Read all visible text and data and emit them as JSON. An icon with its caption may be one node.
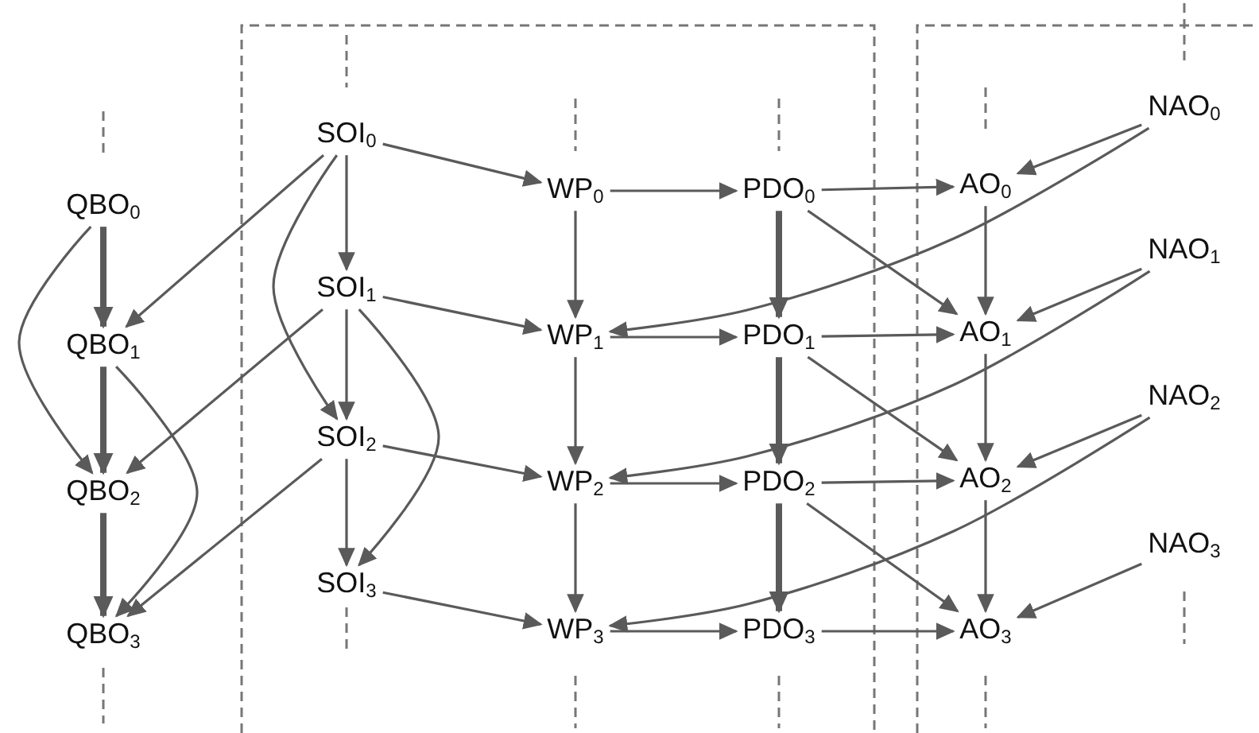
{
  "diagram": {
    "nodes": [
      {
        "text": [
          "QBO$_{0}$"
        ]
      },
      {
        "text": [
          "QBO$_{1}$"
        ]
      },
      {
        "text": [
          "QBO$_{2}$"
        ]
      },
      {
        "text": [
          "QBO$_{3}$"
        ]
      },
      {
        "text": [
          "SOI$_{0}$"
        ]
      },
      {
        "text": [
          "SOI$_{1}$"
        ]
      },
      {
        "text": [
          "SOI$_{2}$"
        ]
      },
      {
        "text": [
          "SOI$_{3}$"
        ]
      },
      {
        "text": [
          "WP$_{0}$"
        ]
      },
      {
        "text": [
          "WP$_{1}$"
        ]
      },
      {
        "text": [
          "WP$_{2}$"
        ]
      },
      {
        "text": [
          "WP$_{3}$"
        ]
      },
      {
        "text": [
          "PDO$_{0}$"
        ]
      },
      {
        "text": [
          "PDO$_{1}$"
        ]
      },
      {
        "text": [
          "PDO$_{2}$"
        ]
      },
      {
        "text": [
          "PDO$_{3}$"
        ]
      },
      {
        "text": [
          "AO$_{0}$"
        ]
      },
      {
        "text": [
          "AO$_{1}$"
        ]
      },
      {
        "text": [
          "AO$_{2}$"
        ]
      },
      {
        "text": [
          "AO$_{3}$"
        ]
      },
      {
        "text": [
          "NAO$_{0}$"
        ]
      },
      {
        "text": [
          "NAO$_{1}$"
        ]
      },
      {
        "text": [
          "NAO$_{2}$"
        ]
      },
      {
        "text": [
          "NAO$_{3}$"
        ]
      }
    ],
    "edges": [
      {
        "from": 0,
        "to": 1,
        "arrow": "to",
        "style": "thick"
      },
      {
        "from": 1,
        "to": 2,
        "arrow": "to",
        "style": "thick"
      },
      {
        "from": 2,
        "to": 3,
        "arrow": "to",
        "style": "thick"
      },
      {
        "from": 0,
        "to": 2,
        "arrow": "to"
      },
      {
        "from": 1,
        "to": 3,
        "arrow": "to"
      },
      {
        "from": 4,
        "to": 1,
        "arrow": "to"
      },
      {
        "from": 5,
        "to": 2,
        "arrow": "to"
      },
      {
        "from": 6,
        "to": 3,
        "arrow": "to"
      },
      {
        "from": 4,
        "to": 5,
        "arrow": "to"
      },
      {
        "from": 5,
        "to": 6,
        "arrow": "to"
      },
      {
        "from": 6,
        "to": 7,
        "arrow": "to"
      },
      {
        "from": 4,
        "to": 6,
        "arrow": "to"
      },
      {
        "from": 5,
        "to": 7,
        "arrow": "to"
      },
      {
        "from": 4,
        "to": 8,
        "arrow": "to"
      },
      {
        "from": 5,
        "to": 9,
        "arrow": "to"
      },
      {
        "from": 6,
        "to": 10,
        "arrow": "to"
      },
      {
        "from": 7,
        "to": 11,
        "arrow": "to"
      },
      {
        "from": 8,
        "to": 9,
        "arrow": "to"
      },
      {
        "from": 9,
        "to": 10,
        "arrow": "to"
      },
      {
        "from": 10,
        "to": 11,
        "arrow": "to"
      },
      {
        "from": 8,
        "to": 12,
        "arrow": "to"
      },
      {
        "from": 9,
        "to": 13,
        "arrow": "to"
      },
      {
        "from": 10,
        "to": 14,
        "arrow": "to"
      },
      {
        "from": 11,
        "to": 15,
        "arrow": "to"
      },
      {
        "from": 12,
        "to": 13,
        "arrow": "to",
        "style": "thick"
      },
      {
        "from": 13,
        "to": 14,
        "arrow": "to",
        "style": "thick"
      },
      {
        "from": 14,
        "to": 15,
        "arrow": "to",
        "style": "thick"
      },
      {
        "from": 12,
        "to": 16,
        "arrow": "to"
      },
      {
        "from": 13,
        "to": 17,
        "arrow": "to"
      },
      {
        "from": 14,
        "to": 18,
        "arrow": "to"
      },
      {
        "from": 15,
        "to": 19,
        "arrow": "to"
      },
      {
        "from": 12,
        "to": 17,
        "arrow": "to"
      },
      {
        "from": 13,
        "to": 18,
        "arrow": "to"
      },
      {
        "from": 14,
        "to": 19,
        "arrow": "to"
      },
      {
        "from": 16,
        "to": 17,
        "arrow": "to"
      },
      {
        "from": 17,
        "to": 18,
        "arrow": "to"
      },
      {
        "from": 18,
        "to": 19,
        "arrow": "to"
      },
      {
        "from": 20,
        "to": 16,
        "arrow": "to"
      },
      {
        "from": 21,
        "to": 17,
        "arrow": "to"
      },
      {
        "from": 22,
        "to": 18,
        "arrow": "to"
      },
      {
        "from": 23,
        "to": 19,
        "arrow": "to"
      },
      {
        "from": 20,
        "to": 9,
        "arrow": "to"
      },
      {
        "from": 21,
        "to": 10,
        "arrow": "to"
      },
      {
        "from": 22,
        "to": 11,
        "arrow": "to"
      }
    ]
  }
}
